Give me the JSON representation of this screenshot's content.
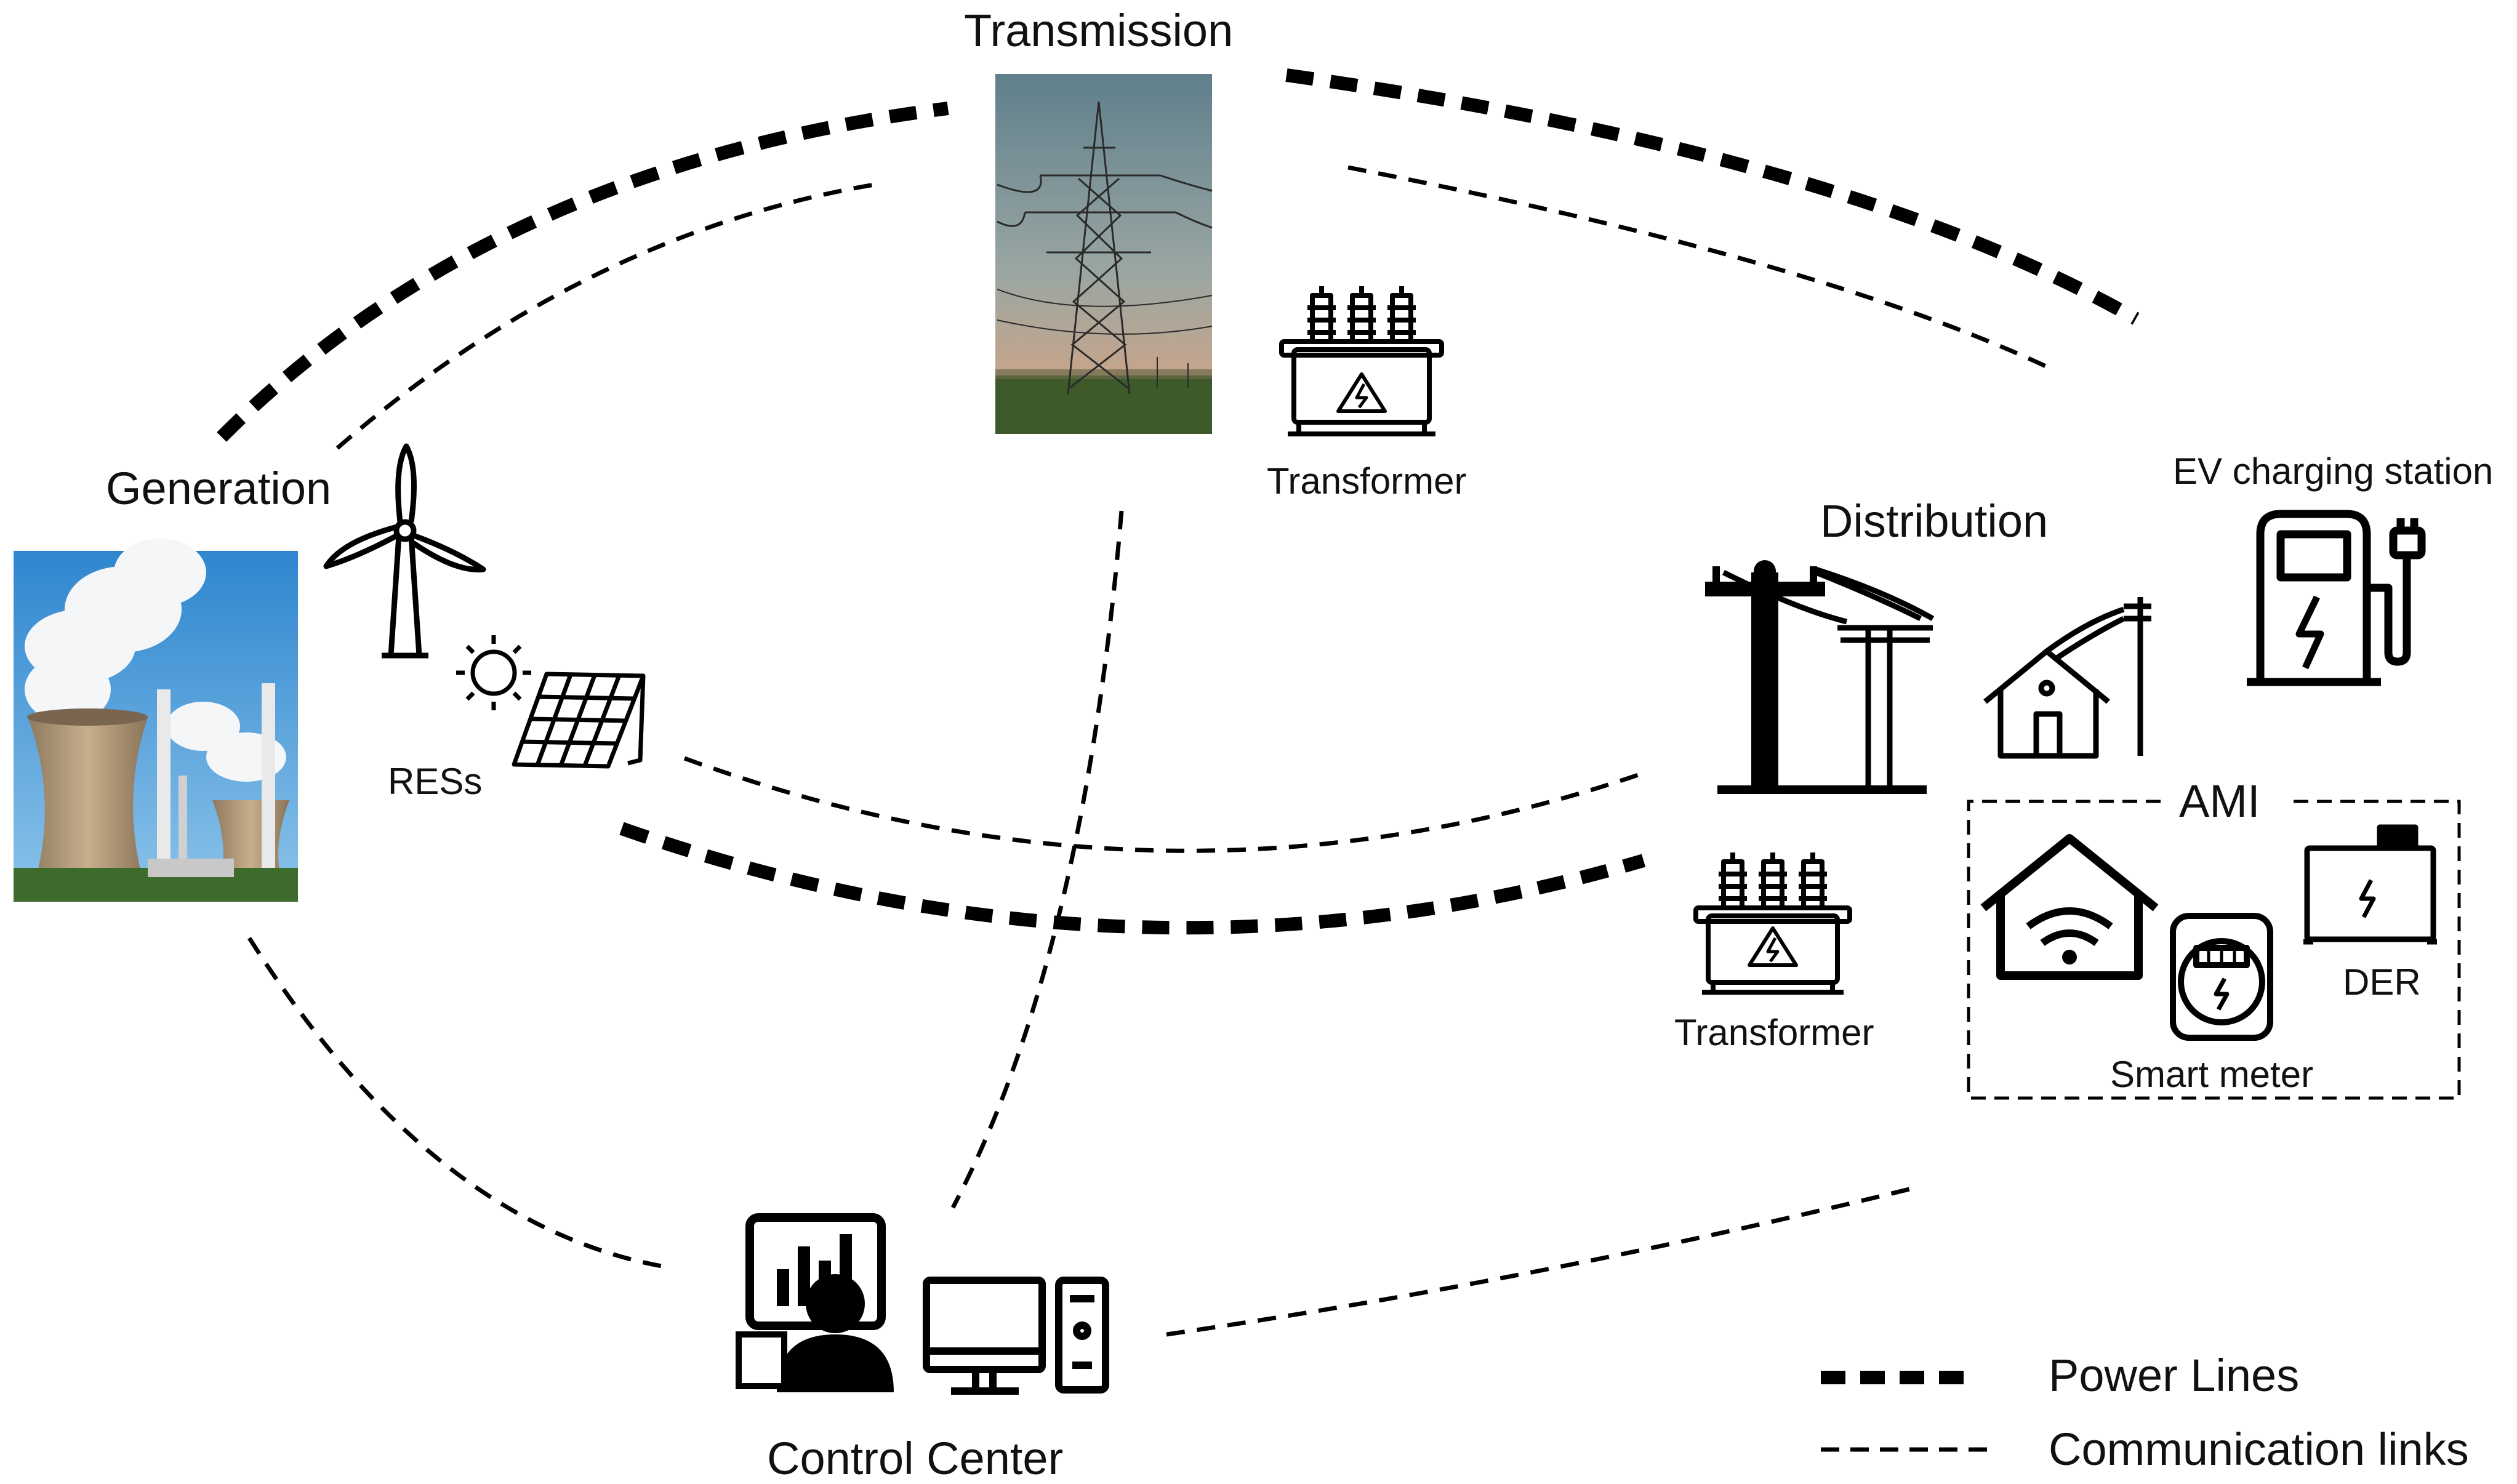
{
  "labels": {
    "transmission": "Transmission",
    "generation": "Generation",
    "distribution": "Distribution",
    "control_center": "Control Center",
    "ress": "RESs",
    "transformer_top": "Transformer",
    "transformer_bottom": "Transformer",
    "ev_station": "EV charging station",
    "ami": "AMI",
    "der": "DER",
    "smart_meter": "Smart meter"
  },
  "legend": {
    "power_lines": "Power Lines",
    "communication_links": "Communication links"
  },
  "colors": {
    "ink": "#111111",
    "sky_top": "#5f7f8c",
    "sky_bottom": "#c9a58a",
    "field": "#3f5a2a",
    "gen_sky": "#4a9fd8",
    "cooling_tower": "#b89f7f"
  },
  "icons": [
    "transmission-tower-photo",
    "power-plant-photo",
    "wind-turbine-icon",
    "sun-icon",
    "solar-panel-icon",
    "transformer-icon",
    "utility-pole-icon",
    "house-icon",
    "ev-charger-icon",
    "smart-home-icon",
    "smart-meter-icon",
    "battery-icon",
    "analyst-icon",
    "desktop-computer-icon"
  ]
}
